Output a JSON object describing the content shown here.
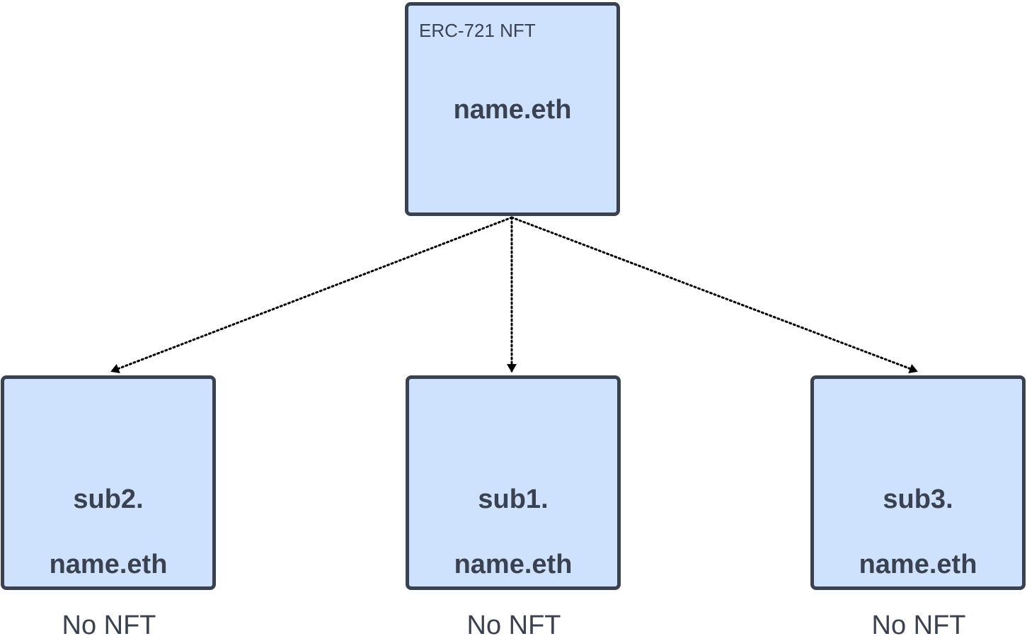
{
  "diagram": {
    "root": {
      "tag": "ERC-721 NFT",
      "title": "name.eth"
    },
    "children": [
      {
        "title_line1": "sub2.",
        "title_line2": "name.eth",
        "caption": "No NFT"
      },
      {
        "title_line1": "sub1.",
        "title_line2": "name.eth",
        "caption": "No NFT"
      },
      {
        "title_line1": "sub3.",
        "title_line2": "name.eth",
        "caption": "No NFT"
      }
    ],
    "colors": {
      "node_fill": "#cfe2fd",
      "node_border": "#3a4150",
      "edge": "#000000",
      "text": "#3a4150"
    },
    "edge_style": "dotted-arrow"
  }
}
